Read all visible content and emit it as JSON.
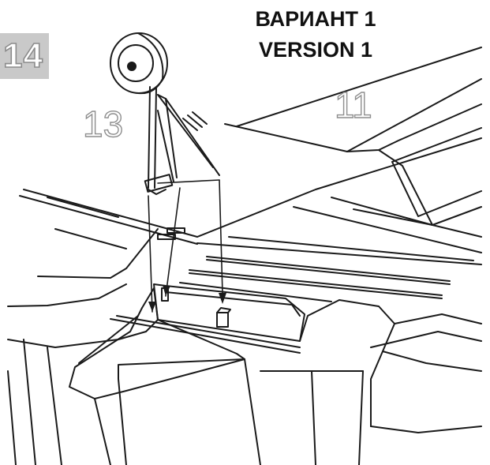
{
  "step_number": "14",
  "title_ru": "ВАРИАНТ 1",
  "title_en": "VERSION 1",
  "part_labels": [
    "11",
    "13"
  ],
  "colors": {
    "line": "#1a1a1a",
    "label_outline": "#8e8e8e",
    "step_box": "#c9c9c9"
  }
}
